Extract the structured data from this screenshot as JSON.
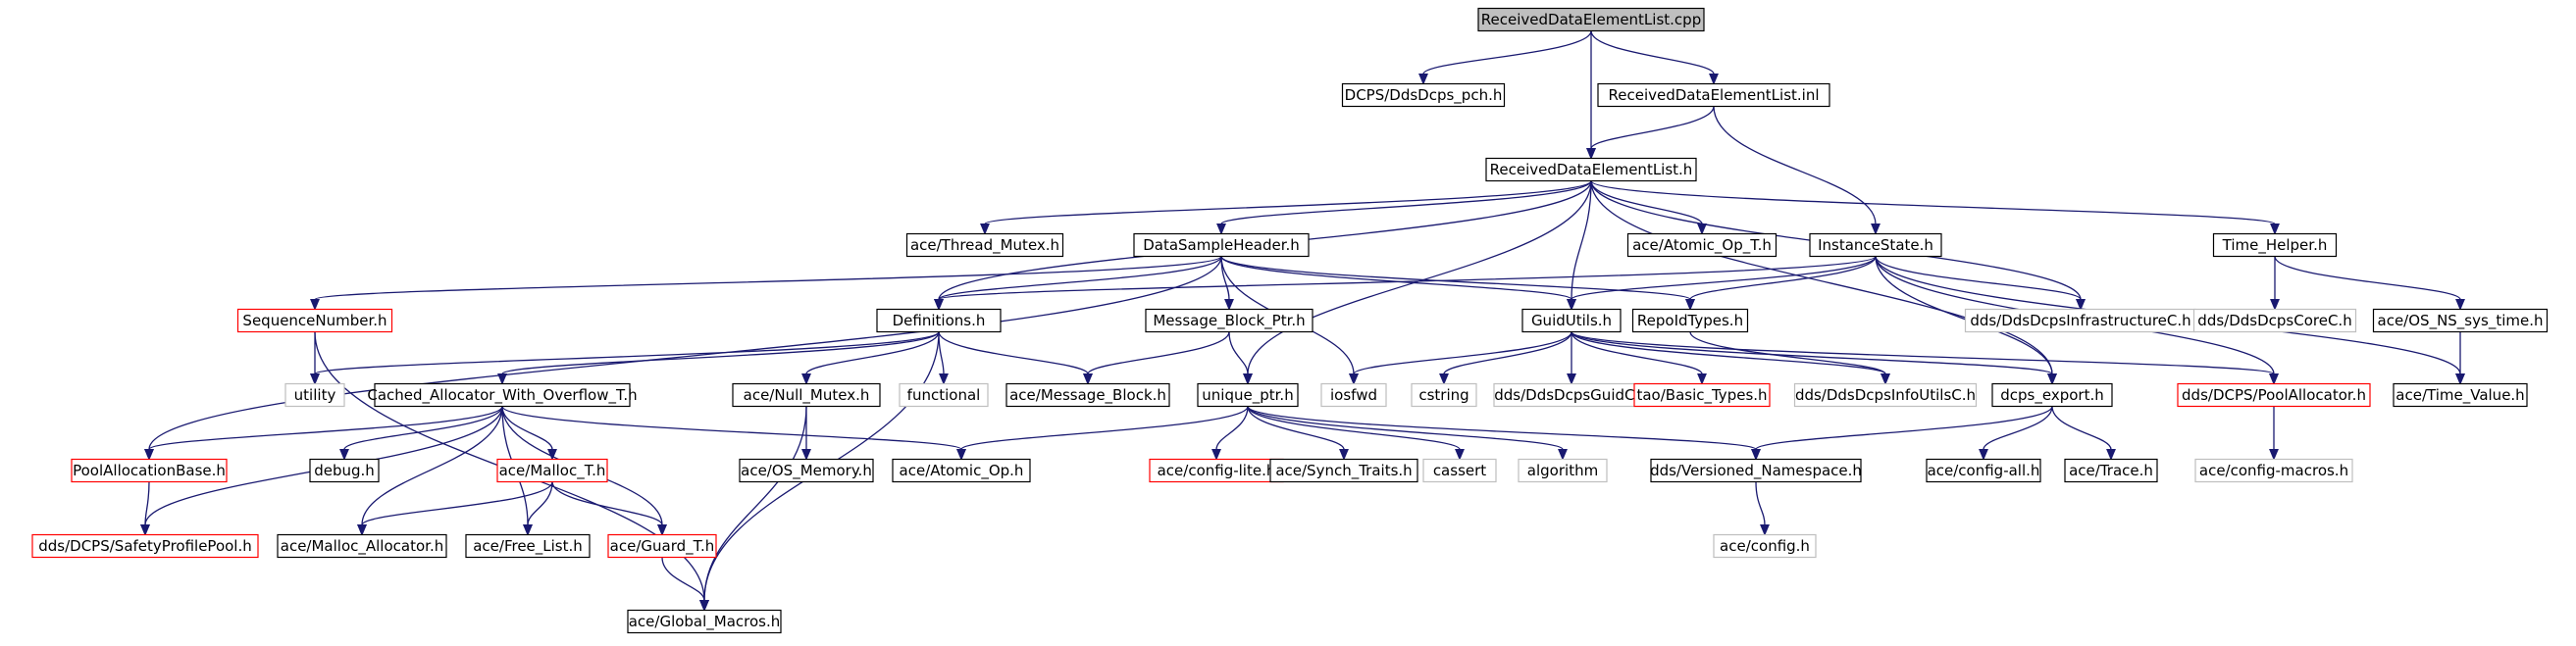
{
  "diagram": {
    "colors": {
      "edge": "#191970",
      "root_fill": "#bfbfbf",
      "root_stroke": "#000000",
      "normal_stroke": "#000000",
      "truncated_stroke": "#ff0000",
      "external_stroke": "#bfbfbf",
      "external_text": "#666666",
      "fill": "#ffffff"
    },
    "nodes": [
      {
        "id": "root",
        "label": "ReceivedDataElementList.cpp",
        "style": "root"
      },
      {
        "id": "ddsdcps_pch",
        "label": "DCPS/DdsDcps_pch.h",
        "style": "normal"
      },
      {
        "id": "rdel_inl",
        "label": "ReceivedDataElementList.inl",
        "style": "normal"
      },
      {
        "id": "rdel_h",
        "label": "ReceivedDataElementList.h",
        "style": "normal"
      },
      {
        "id": "thread_mutex",
        "label": "ace/Thread_Mutex.h",
        "style": "normal"
      },
      {
        "id": "dsh",
        "label": "DataSampleHeader.h",
        "style": "normal"
      },
      {
        "id": "atomic_op_t",
        "label": "ace/Atomic_Op_T.h",
        "style": "normal"
      },
      {
        "id": "instance_state",
        "label": "InstanceState.h",
        "style": "normal"
      },
      {
        "id": "time_helper",
        "label": "Time_Helper.h",
        "style": "normal"
      },
      {
        "id": "seqnum",
        "label": "SequenceNumber.h",
        "style": "truncated"
      },
      {
        "id": "definitions",
        "label": "Definitions.h",
        "style": "normal"
      },
      {
        "id": "mbp",
        "label": "Message_Block_Ptr.h",
        "style": "normal"
      },
      {
        "id": "guidutils",
        "label": "GuidUtils.h",
        "style": "normal"
      },
      {
        "id": "repoid",
        "label": "RepoIdTypes.h",
        "style": "normal"
      },
      {
        "id": "infra",
        "label": "dds/DdsDcpsInfrastructureC.h",
        "style": "external"
      },
      {
        "id": "corec",
        "label": "dds/DdsDcpsCoreC.h",
        "style": "external"
      },
      {
        "id": "os_ns_time",
        "label": "ace/OS_NS_sys_time.h",
        "style": "normal"
      },
      {
        "id": "utility",
        "label": "utility",
        "style": "external"
      },
      {
        "id": "cawo",
        "label": "Cached_Allocator_With_Overflow_T.h",
        "style": "normal"
      },
      {
        "id": "functional",
        "label": "functional",
        "style": "external"
      },
      {
        "id": "null_mutex",
        "label": "ace/Null_Mutex.h",
        "style": "normal"
      },
      {
        "id": "message_block",
        "label": "ace/Message_Block.h",
        "style": "normal"
      },
      {
        "id": "unique_ptr",
        "label": "unique_ptr.h",
        "style": "normal"
      },
      {
        "id": "iosfwd",
        "label": "iosfwd",
        "style": "external"
      },
      {
        "id": "cstring",
        "label": "cstring",
        "style": "external"
      },
      {
        "id": "guidc",
        "label": "dds/DdsDcpsGuidC.h",
        "style": "external"
      },
      {
        "id": "basic_types",
        "label": "tao/Basic_Types.h",
        "style": "truncated"
      },
      {
        "id": "infoutilsc",
        "label": "dds/DdsDcpsInfoUtilsC.h",
        "style": "external"
      },
      {
        "id": "dcps_export",
        "label": "dcps_export.h",
        "style": "normal"
      },
      {
        "id": "pool_allocator",
        "label": "dds/DCPS/PoolAllocator.h",
        "style": "truncated"
      },
      {
        "id": "time_value",
        "label": "ace/Time_Value.h",
        "style": "normal"
      },
      {
        "id": "pab",
        "label": "PoolAllocationBase.h",
        "style": "truncated"
      },
      {
        "id": "debug",
        "label": "debug.h",
        "style": "normal"
      },
      {
        "id": "malloc_t",
        "label": "ace/Malloc_T.h",
        "style": "truncated"
      },
      {
        "id": "os_memory",
        "label": "ace/OS_Memory.h",
        "style": "normal"
      },
      {
        "id": "atomic_op",
        "label": "ace/Atomic_Op.h",
        "style": "normal"
      },
      {
        "id": "config_lite",
        "label": "ace/config-lite.h",
        "style": "truncated"
      },
      {
        "id": "synch_traits",
        "label": "ace/Synch_Traits.h",
        "style": "normal"
      },
      {
        "id": "cassert",
        "label": "cassert",
        "style": "external"
      },
      {
        "id": "algorithm",
        "label": "algorithm",
        "style": "external"
      },
      {
        "id": "versioned_ns",
        "label": "dds/Versioned_Namespace.h",
        "style": "normal"
      },
      {
        "id": "config_all",
        "label": "ace/config-all.h",
        "style": "normal"
      },
      {
        "id": "trace",
        "label": "ace/Trace.h",
        "style": "normal"
      },
      {
        "id": "config_macros",
        "label": "ace/config-macros.h",
        "style": "external"
      },
      {
        "id": "safety_pool",
        "label": "dds/DCPS/SafetyProfilePool.h",
        "style": "truncated"
      },
      {
        "id": "malloc_allocator",
        "label": "ace/Malloc_Allocator.h",
        "style": "normal"
      },
      {
        "id": "free_list",
        "label": "ace/Free_List.h",
        "style": "normal"
      },
      {
        "id": "guard_t",
        "label": "ace/Guard_T.h",
        "style": "truncated"
      },
      {
        "id": "config",
        "label": "ace/config.h",
        "style": "external"
      },
      {
        "id": "global_macros",
        "label": "ace/Global_Macros.h",
        "style": "normal"
      }
    ],
    "edges": [
      [
        "root",
        "ddsdcps_pch"
      ],
      [
        "root",
        "rdel_h"
      ],
      [
        "root",
        "rdel_inl"
      ],
      [
        "rdel_inl",
        "rdel_h"
      ],
      [
        "rdel_inl",
        "instance_state"
      ],
      [
        "rdel_h",
        "thread_mutex"
      ],
      [
        "rdel_h",
        "dsh"
      ],
      [
        "rdel_h",
        "atomic_op_t"
      ],
      [
        "rdel_h",
        "time_helper"
      ],
      [
        "rdel_h",
        "definitions"
      ],
      [
        "rdel_h",
        "unique_ptr"
      ],
      [
        "rdel_h",
        "guidutils"
      ],
      [
        "rdel_h",
        "infra"
      ],
      [
        "rdel_h",
        "dcps_export"
      ],
      [
        "dsh",
        "seqnum"
      ],
      [
        "dsh",
        "definitions"
      ],
      [
        "dsh",
        "mbp"
      ],
      [
        "dsh",
        "guidutils"
      ],
      [
        "dsh",
        "repoid"
      ],
      [
        "dsh",
        "iosfwd"
      ],
      [
        "dsh",
        "pab"
      ],
      [
        "instance_state",
        "definitions"
      ],
      [
        "instance_state",
        "guidutils"
      ],
      [
        "instance_state",
        "repoid"
      ],
      [
        "instance_state",
        "infra"
      ],
      [
        "instance_state",
        "dcps_export"
      ],
      [
        "instance_state",
        "pool_allocator"
      ],
      [
        "instance_state",
        "time_value"
      ],
      [
        "time_helper",
        "corec"
      ],
      [
        "time_helper",
        "os_ns_time"
      ],
      [
        "os_ns_time",
        "time_value"
      ],
      [
        "seqnum",
        "utility"
      ],
      [
        "seqnum",
        "global_macros"
      ],
      [
        "definitions",
        "utility"
      ],
      [
        "definitions",
        "cawo"
      ],
      [
        "definitions",
        "functional"
      ],
      [
        "definitions",
        "null_mutex"
      ],
      [
        "definitions",
        "message_block"
      ],
      [
        "definitions",
        "global_macros"
      ],
      [
        "mbp",
        "message_block"
      ],
      [
        "mbp",
        "unique_ptr"
      ],
      [
        "guidutils",
        "iosfwd"
      ],
      [
        "guidutils",
        "cstring"
      ],
      [
        "guidutils",
        "guidc"
      ],
      [
        "guidutils",
        "basic_types"
      ],
      [
        "guidutils",
        "infoutilsc"
      ],
      [
        "guidutils",
        "dcps_export"
      ],
      [
        "guidutils",
        "pool_allocator"
      ],
      [
        "repoid",
        "infoutilsc"
      ],
      [
        "cawo",
        "pab"
      ],
      [
        "cawo",
        "debug"
      ],
      [
        "cawo",
        "malloc_t"
      ],
      [
        "cawo",
        "malloc_allocator"
      ],
      [
        "cawo",
        "free_list"
      ],
      [
        "cawo",
        "guard_t"
      ],
      [
        "cawo",
        "safety_pool"
      ],
      [
        "cawo",
        "atomic_op"
      ],
      [
        "null_mutex",
        "os_memory"
      ],
      [
        "null_mutex",
        "global_macros"
      ],
      [
        "unique_ptr",
        "atomic_op"
      ],
      [
        "unique_ptr",
        "config_lite"
      ],
      [
        "unique_ptr",
        "synch_traits"
      ],
      [
        "unique_ptr",
        "cassert"
      ],
      [
        "unique_ptr",
        "algorithm"
      ],
      [
        "unique_ptr",
        "versioned_ns"
      ],
      [
        "dcps_export",
        "versioned_ns"
      ],
      [
        "dcps_export",
        "config_all"
      ],
      [
        "dcps_export",
        "trace"
      ],
      [
        "pool_allocator",
        "config_macros"
      ],
      [
        "pab",
        "safety_pool"
      ],
      [
        "malloc_t",
        "malloc_allocator"
      ],
      [
        "malloc_t",
        "free_list"
      ],
      [
        "malloc_t",
        "guard_t"
      ],
      [
        "guard_t",
        "global_macros"
      ],
      [
        "versioned_ns",
        "config"
      ]
    ]
  }
}
